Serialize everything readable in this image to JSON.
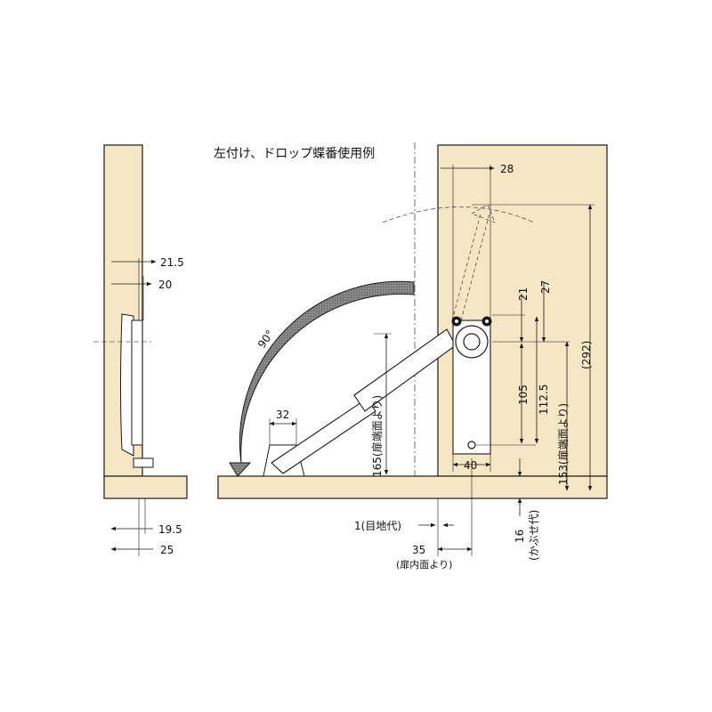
{
  "title": "左付け、ドロップ蝶番使用例",
  "colors": {
    "board": "#f5e6c4",
    "line": "#1a1a1a",
    "arc_fill": "#7d7d7d",
    "part_fill": "#ffffff"
  },
  "angle_label": "90°",
  "dimensions": {
    "d21_5": "21.5",
    "d20": "20",
    "d19_5": "19.5",
    "d25": "25",
    "d32": "32",
    "d165": "165(扉端面より)",
    "d28": "28",
    "d21": "21",
    "d27": "27",
    "d105": "105",
    "d112_5": "112.5",
    "d153": "153(扉端面より)",
    "d292": "(292)",
    "d40": "40",
    "d1": "1(目地代)",
    "d35": "35",
    "d35_note": "(扉内面より)",
    "d16": "16",
    "d16_note": "(かぶせ代)"
  }
}
